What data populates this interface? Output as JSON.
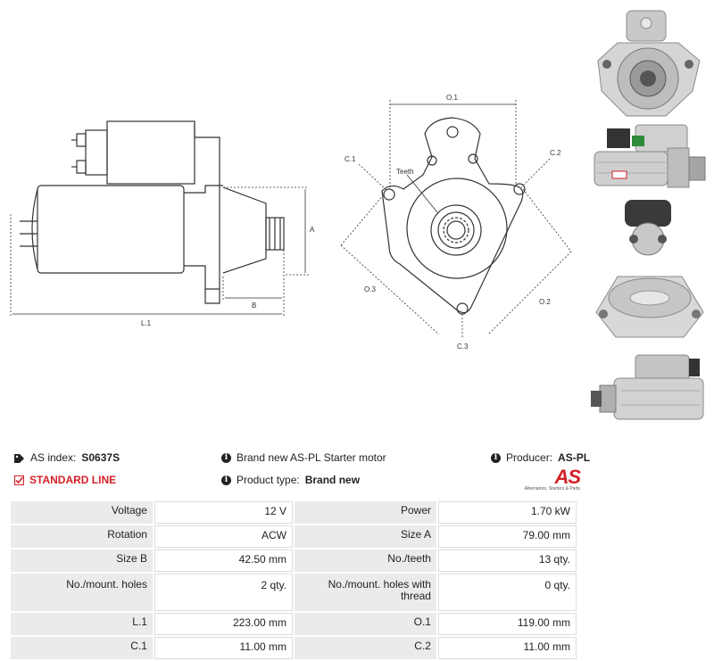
{
  "drawing": {
    "labels": {
      "a": "A",
      "b": "B",
      "l1": "L.1",
      "o1": "O.1",
      "o2": "O.2",
      "o3": "O.3",
      "c1": "C.1",
      "c2": "C.2",
      "c3": "C.3",
      "teeth": "Teeth"
    }
  },
  "info": {
    "as_index_label": "AS index:",
    "as_index_value": "S0637S",
    "description": "Brand new AS-PL Starter motor",
    "producer_label": "Producer:",
    "producer_value": "AS-PL",
    "line_label": "STANDARD LINE",
    "product_type_label": "Product type:",
    "product_type_value": "Brand new"
  },
  "logo": {
    "mark": "AS",
    "tagline": "Alternators, Starters & Parts"
  },
  "specs": {
    "rows": [
      {
        "k1": "Voltage",
        "v1": "12 V",
        "k2": "Power",
        "v2": "1.70 kW"
      },
      {
        "k1": "Rotation",
        "v1": "ACW",
        "k2": "Size A",
        "v2": "79.00 mm"
      },
      {
        "k1": "Size B",
        "v1": "42.50 mm",
        "k2": "No./teeth",
        "v2": "13 qty."
      },
      {
        "k1": "No./mount. holes",
        "v1": "2 qty.",
        "k2": "No./mount. holes with thread",
        "v2": "0 qty."
      },
      {
        "k1": "L.1",
        "v1": "223.00 mm",
        "k2": "O.1",
        "v2": "119.00 mm"
      },
      {
        "k1": "C.1",
        "v1": "11.00 mm",
        "k2": "C.2",
        "v2": "11.00 mm"
      }
    ]
  },
  "icons": {
    "tag": "tag-icon",
    "info": "info-icon",
    "check": "checkbox-check-icon"
  },
  "colors": {
    "accent": "#d41f26",
    "label_bg": "#ebebeb",
    "line": "#333333"
  }
}
